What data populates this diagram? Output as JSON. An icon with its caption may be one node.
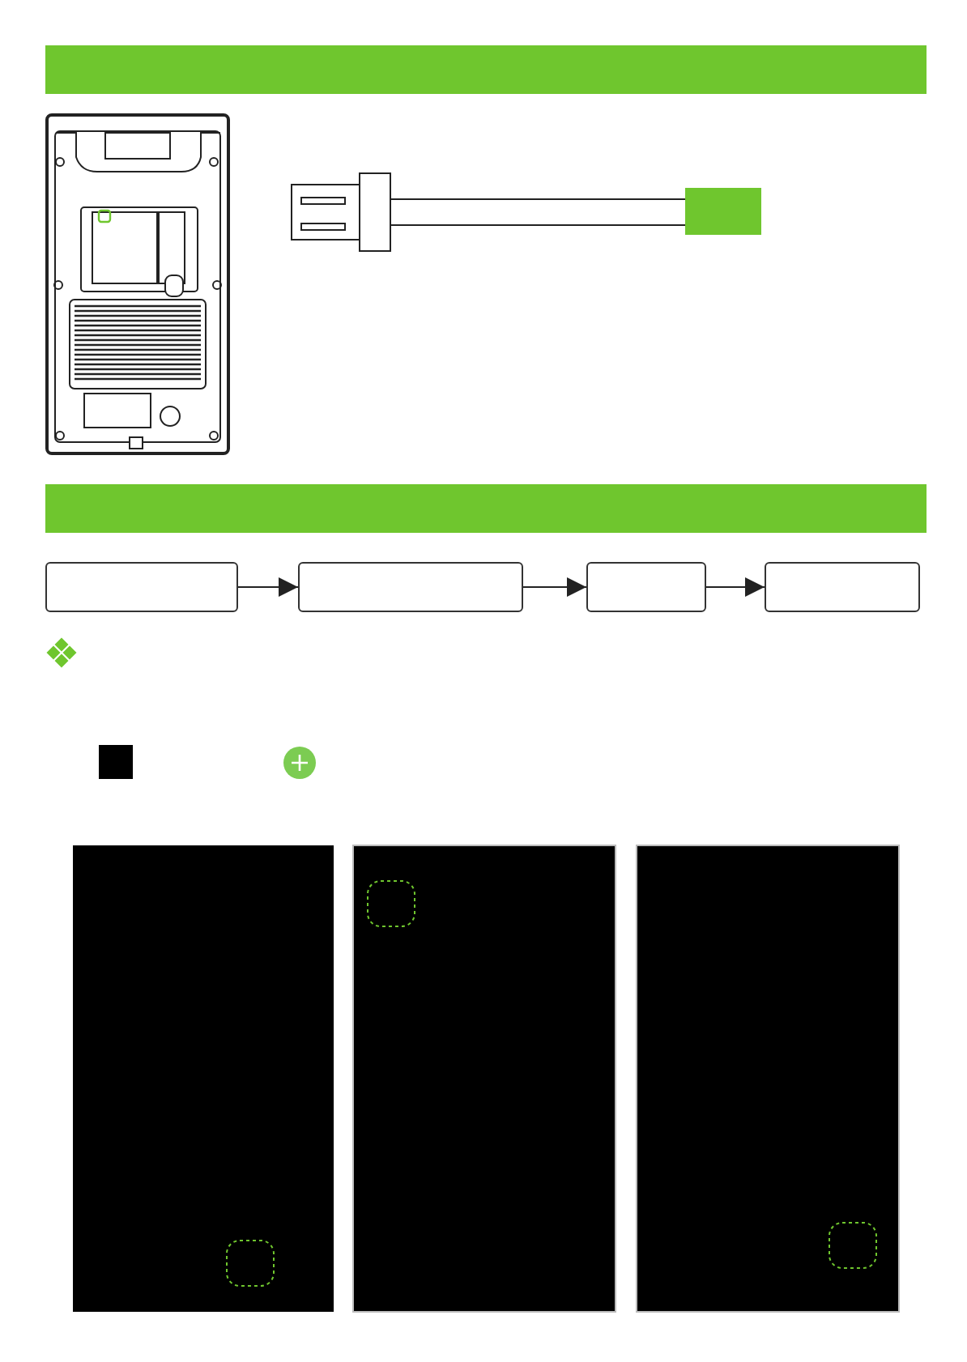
{
  "diagram": {
    "nodes": [
      {
        "text": [],
        "shape": "bar"
      },
      {
        "text": [],
        "shape": "bar"
      },
      {
        "text": [],
        "shape": "box"
      },
      {
        "text": [],
        "shape": "box"
      },
      {
        "text": [],
        "shape": "box"
      },
      {
        "text": [],
        "shape": "box"
      }
    ],
    "edges": [
      {
        "from": 2,
        "to": 3,
        "arrow": "to"
      },
      {
        "from": 3,
        "to": 4,
        "arrow": "to"
      },
      {
        "from": 4,
        "to": 5,
        "arrow": "to"
      }
    ]
  }
}
